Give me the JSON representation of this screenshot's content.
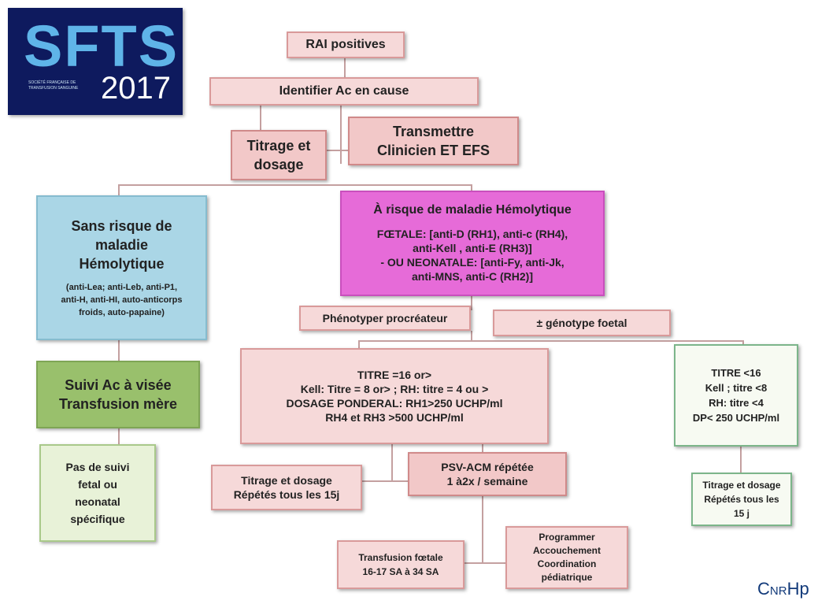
{
  "logo": {
    "main": "SFTS",
    "year": "2017",
    "subtitle": "SOCIÉTÉ FRANÇAISE DE TRANSFUSION SANGUINE"
  },
  "nodes": {
    "rai": "RAI positives",
    "identifier": "Identifier  Ac en cause",
    "transmettre": [
      "Transmettre",
      "Clinicien ET EFS"
    ],
    "titrage_dosage": [
      "Titrage et",
      "dosage"
    ],
    "sans_risque": {
      "title": [
        "Sans risque de",
        "maladie",
        "Hémolytique"
      ],
      "detail": [
        "(anti-Lea; anti-Leb, anti-P1,",
        "anti-H, anti-HI, auto-anticorps",
        "froids, auto-papaine)"
      ]
    },
    "a_risque": {
      "title": "À risque de maladie Hémolytique",
      "detail": [
        "FŒTALE: [anti-D (RH1), anti-c (RH4),",
        "anti-Kell , anti-E (RH3)]",
        "- OU NEONATALE: [anti-Fy, anti-Jk,",
        "anti-MNS, anti-C (RH2)]"
      ]
    },
    "phenotyper": "Phénotyper  procréateur",
    "genotype": "± génotype foetal",
    "suivi_ac": [
      "Suivi Ac à visée",
      "Transfusion mère"
    ],
    "pas_de_suivi": [
      "Pas de suivi",
      "fetal ou",
      "neonatal",
      "spécifique"
    ],
    "titre_high": [
      "TITRE =16 or>",
      "Kell: Titre = 8 or> ; RH: titre = 4 ou >",
      "DOSAGE PONDERAL: RH1>250 UCHP/ml",
      "RH4 et RH3 >500 UCHP/ml"
    ],
    "titre_low": [
      "TITRE <16",
      "Kell ; titre <8",
      "RH: titre <4",
      "DP< 250 UCHP/ml"
    ],
    "titrage_repetes_left": [
      "Titrage et dosage",
      "Répétés tous les 15j"
    ],
    "psv": [
      "PSV-ACM répétée",
      "1 à2x / semaine"
    ],
    "titrage_repetes_right": [
      "Titrage et dosage",
      "Répétés tous les",
      "15 j"
    ],
    "transfusion_foetale": [
      "Transfusion fœtale",
      "16-17 SA à 34 SA"
    ],
    "programmer": [
      "Programmer",
      "Accouchement",
      "Coordination",
      "pédiatrique"
    ]
  },
  "footer_logo": {
    "big": "C",
    "mid": "NR",
    "end": "Hp"
  }
}
